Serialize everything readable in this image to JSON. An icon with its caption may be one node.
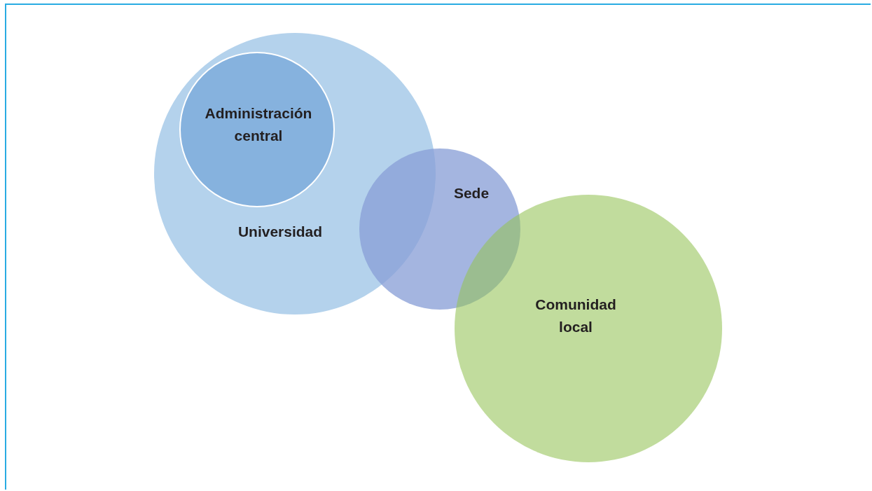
{
  "diagram": {
    "nodes": [
      {
        "text": [
          "Universidad"
        ]
      },
      {
        "text": [
          "Administración central"
        ],
        "in": 0
      },
      {
        "text": [
          "Sede"
        ]
      },
      {
        "text": [
          "Comunidad local"
        ]
      }
    ]
  }
}
